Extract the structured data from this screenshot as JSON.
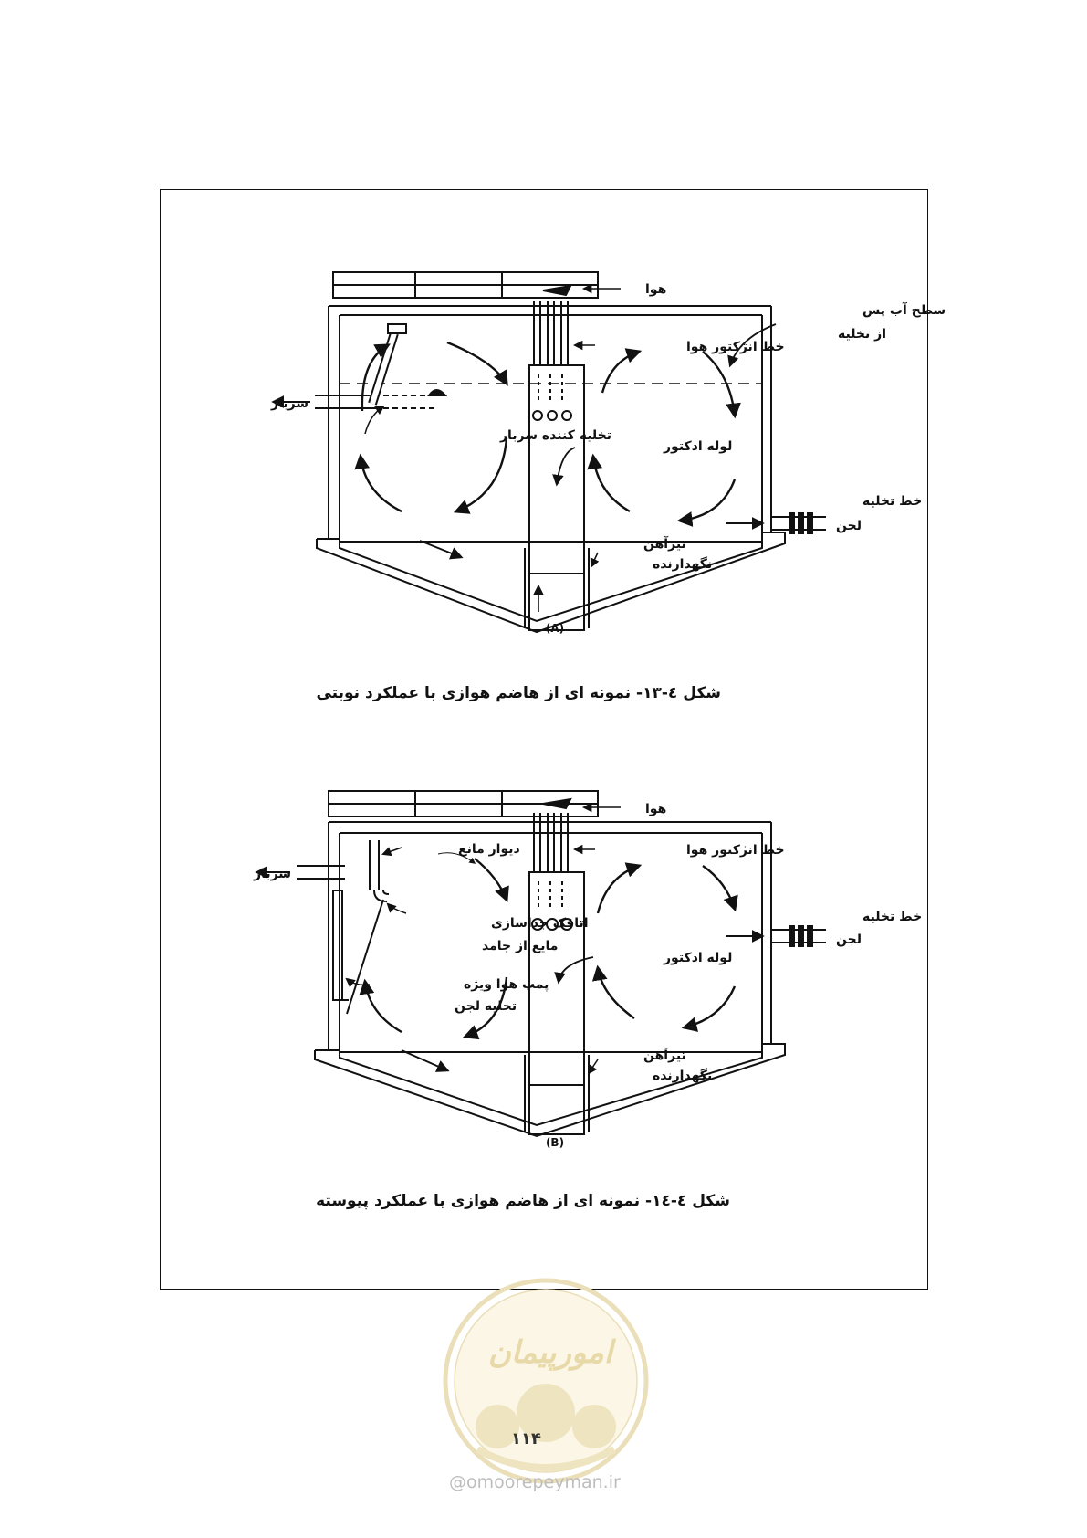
{
  "page": {
    "page_number": "۱۱۴",
    "website": "omoorepeyman.ir"
  },
  "figure_a": {
    "panel_label": "(A)",
    "caption": "شکل ٤-۱۳- نمونه ای از هاضم هوازی با عملکرد نوبتی",
    "labels": {
      "air": "هوا",
      "water_level_line1": "سطح آب پس",
      "water_level_line2": "از تخلیه",
      "air_eductor_line": "خط انژکتور هوا",
      "supernatant": "سربار",
      "supernatant_drain": "تخلیه کننده سربار",
      "eductor_tube": "لوله ادکتور",
      "sludge_drain_line1": "خط تخلیه",
      "sludge_drain_line2": "لجن",
      "support_beam_line1": "تیرآهن",
      "support_beam_line2": "نگهدارنده"
    }
  },
  "figure_b": {
    "panel_label": "(B)",
    "caption": "شکل ٤-۱٤- نمونه ای از هاضم هوازی با عملکرد پیوسته",
    "labels": {
      "air": "هوا",
      "baffle_wall": "دیوار مانع",
      "air_eductor_line": "خط انژکتور هوا",
      "supernatant": "سربار",
      "separation_chamber_line1": "اتاقک جداسازی",
      "separation_chamber_line2": "مایع از جامد",
      "eductor_tube": "لوله ادکتور",
      "sludge_drain_line1": "خط تخلیه",
      "sludge_drain_line2": "لجن",
      "air_pump_line1": "پمپ هوا ویژه",
      "air_pump_line2": "تخلیه لجن",
      "support_beam_line1": "تیرآهن",
      "support_beam_line2": "نگهدارنده"
    }
  },
  "watermark": {
    "text": "امورپیمان",
    "color": "#e8d9a8"
  }
}
